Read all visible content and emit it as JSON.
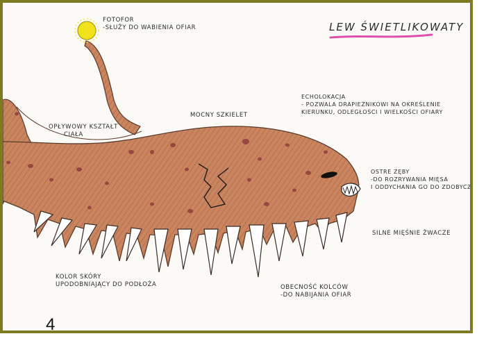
{
  "title": "LEW ŚWIETLIKOWATY",
  "page_number": "4",
  "labels": {
    "fotofor_1": "FOTOFOR",
    "fotofor_2": "-SŁUŻY DO WABIENIA OFIAR",
    "ksztalt_1": "OPŁYWOWY KSZTAŁT",
    "ksztalt_2": "CIAŁA",
    "szkielet": "MOCNY SZKIELET",
    "echo_1": "ECHOLOKACJA",
    "echo_2": "- POZWALA DRAPIEŻNIKOWI NA OKREŚLENIE",
    "echo_3": "KIERUNKU, ODLEGŁOŚCI I WIELKOŚCI OFIARY",
    "zeby_1": "OSTRE ZĘBY",
    "zeby_2": "-DO ROZRYWANIA MIĘSA",
    "zeby_3": "I ODDYCHANIA GO DO ZDOBYCZY",
    "miesnie": "SILNE MIĘŚNIE ŻWACZE",
    "skora_1": "KOLOR SKÓRY",
    "skora_2": "UPODOBNIAJĄCY DO PODŁOŻA",
    "kolce_1": "OBECNOŚĆ KOLCÓW",
    "kolce_2": "-DO NABIJANIA OFIAR"
  },
  "colors": {
    "frame": "#7e7a22",
    "body": "#c9805a",
    "spots": "#8a3a3a",
    "lure": "#f2e21c",
    "underline": "#e04fb0"
  }
}
